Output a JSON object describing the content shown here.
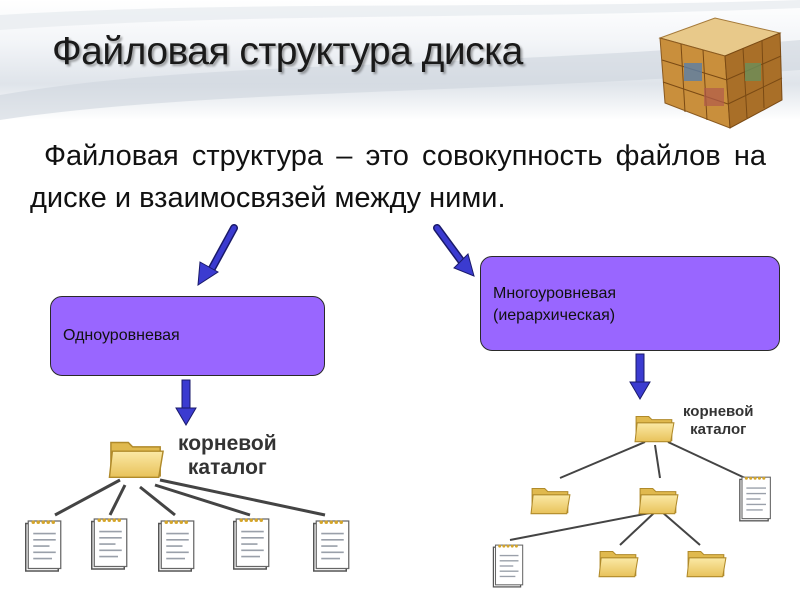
{
  "slide": {
    "title": "Файловая структура диска",
    "definition": "Файловая структура – это совокупность файлов на диске и взаимосвязей между ними."
  },
  "branches": {
    "single_level": {
      "label": "Одноуровневая"
    },
    "multi_level": {
      "label_line1": "Многоуровневая",
      "label_line2": "(иерархическая)"
    }
  },
  "trees": {
    "single": {
      "root_line1": "корневой",
      "root_line2": "каталог"
    },
    "multi": {
      "root_line1": "корневой",
      "root_line2": "каталог"
    }
  },
  "colors": {
    "box_fill": "#9966ff",
    "arrow_fill": "#3333cc",
    "folder_fill": "#f5d76e",
    "document_fill": "#ffffff"
  },
  "icons": [
    "folder-icon",
    "document-icon",
    "cube-logo"
  ]
}
